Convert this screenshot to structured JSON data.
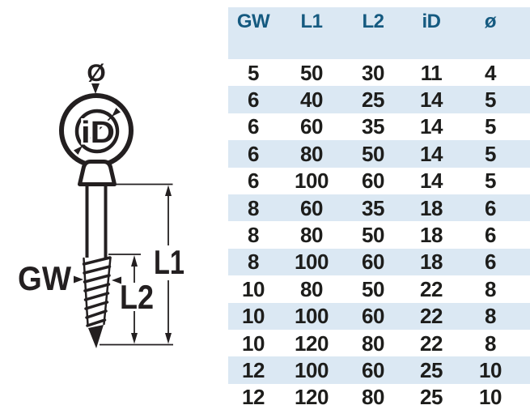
{
  "drawing": {
    "labels": {
      "diameter_symbol": "Ø",
      "inner_diameter": "iD",
      "thread": "GW",
      "length_total": "L1",
      "length_thread": "L2"
    }
  },
  "table": {
    "headers": [
      "GW",
      "L1",
      "L2",
      "iD",
      "ø"
    ],
    "rows": [
      [
        "5",
        "50",
        "30",
        "11",
        "4"
      ],
      [
        "6",
        "40",
        "25",
        "14",
        "5"
      ],
      [
        "6",
        "60",
        "35",
        "14",
        "5"
      ],
      [
        "6",
        "80",
        "50",
        "14",
        "5"
      ],
      [
        "6",
        "100",
        "60",
        "14",
        "5"
      ],
      [
        "8",
        "60",
        "35",
        "18",
        "6"
      ],
      [
        "8",
        "80",
        "50",
        "18",
        "6"
      ],
      [
        "8",
        "100",
        "60",
        "18",
        "6"
      ],
      [
        "10",
        "80",
        "50",
        "22",
        "8"
      ],
      [
        "10",
        "100",
        "60",
        "22",
        "8"
      ],
      [
        "10",
        "120",
        "80",
        "22",
        "8"
      ],
      [
        "12",
        "100",
        "60",
        "25",
        "10"
      ],
      [
        "12",
        "120",
        "80",
        "25",
        "10"
      ]
    ]
  },
  "colors": {
    "stripe_bg": "#dbe8f3",
    "header_text": "#155a80",
    "row_text": "#1d1d1b",
    "line_art": "#231f20"
  }
}
